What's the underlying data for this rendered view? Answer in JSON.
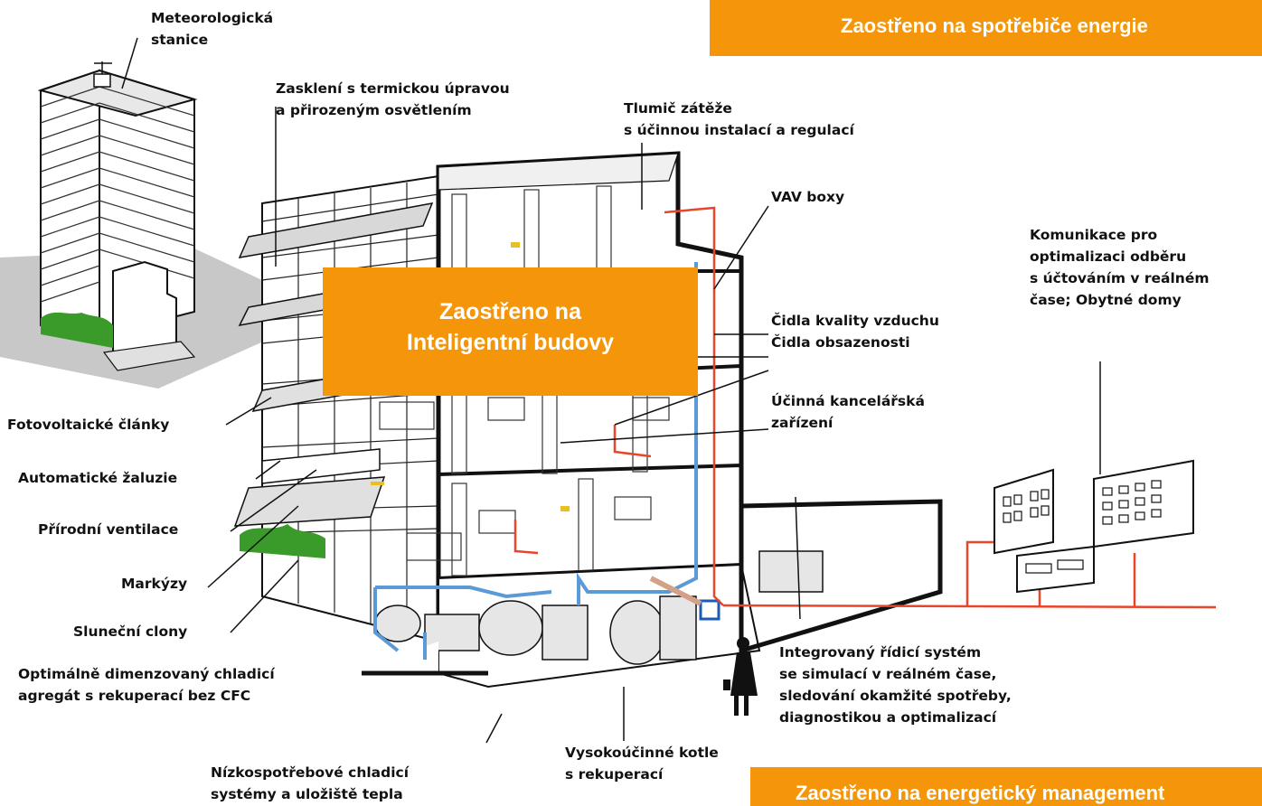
{
  "banners": {
    "consumers": "Zaostřeno na spotřebiče energie",
    "smart_buildings_line1": "Zaostřeno na",
    "smart_buildings_line2": "Inteligentní budovy",
    "energy_management": "Zaostřeno na energetický management"
  },
  "labels": {
    "weather_station": [
      "Meteorologická",
      "stanice"
    ],
    "glazing": [
      "Zasklení s termickou úpravou",
      "a přirozeným osvětlením"
    ],
    "load_damper": [
      "Tlumič zátěže",
      "s účinnou instalací a regulací"
    ],
    "vav": "VAV boxy",
    "communication": [
      "Komunikace pro",
      "optimalizaci odběru",
      "s účtováním v reálném",
      "čase; Obytné domy"
    ],
    "sensors": [
      "Čidla kvality vzduchu",
      "Čidla obsazenosti"
    ],
    "office_equipment": [
      "Účinná kancelářská",
      "zařízení"
    ],
    "photovoltaic": "Fotovoltaické články",
    "blinds": "Automatické žaluzie",
    "ventilation": "Přírodní ventilace",
    "awnings": "Markýzy",
    "sunshades": "Sluneční clony",
    "chiller": [
      "Optimálně dimenzovaný chladicí",
      "agregát s rekuperací bez CFC"
    ],
    "control_system": [
      "Integrovaný řídicí systém",
      "se simulací v reálném čase,",
      "sledování okamžité spotřeby,",
      "diagnostikou a optimalizací"
    ],
    "boilers": [
      "Vysokoúčinné kotle",
      "s rekuperací"
    ],
    "cooling_storage": [
      "Nízkospotřebové chladicí",
      "systémy a uložiště tepla"
    ]
  },
  "colors": {
    "banner": "#f5960a",
    "power_line": "#e8452a",
    "water_pipe": "#5a9ad6",
    "vegetation": "#3a9a2a",
    "ground": "#c8c8c8"
  }
}
